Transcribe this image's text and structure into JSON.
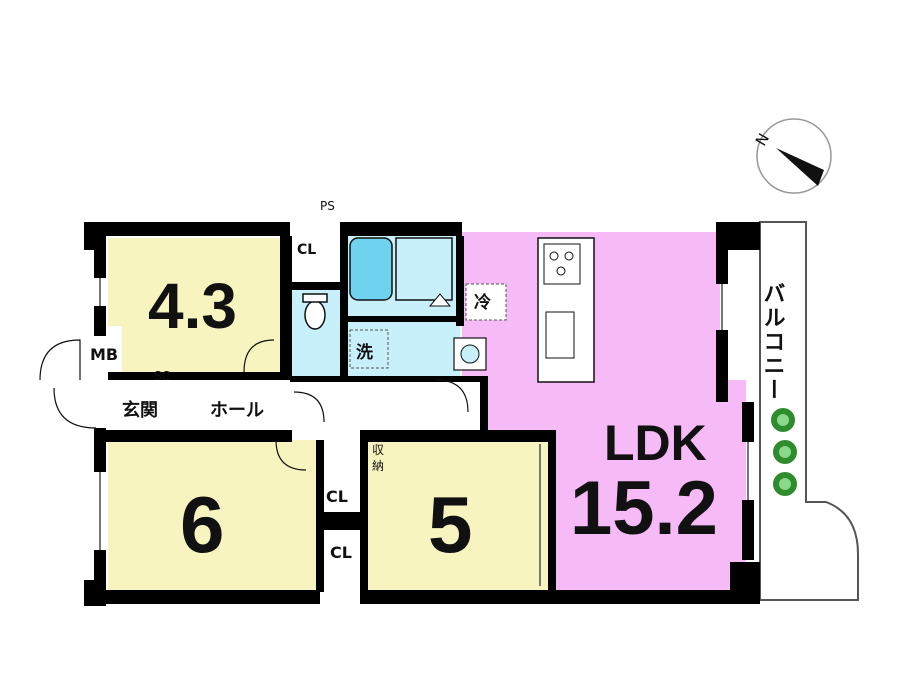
{
  "colors": {
    "wall": "#000000",
    "room_yellow": "#f7f4c0",
    "room_yellow_alt": "#fbfbc4",
    "ldk_pink": "#f6baf6",
    "wet_blue": "#c7f0fa",
    "bath_blue": "#6fd3ef",
    "corridor_white": "#ffffff",
    "plant_green": "#2e8b2e"
  },
  "compass": {
    "north_label": "N",
    "icon": "compass-icon"
  },
  "rooms": {
    "western_4_3": {
      "size_label": "4.3"
    },
    "western_6": {
      "size_label": "6"
    },
    "western_5": {
      "size_label": "5"
    },
    "ldk": {
      "name_label": "LDK",
      "size_label": "15.2"
    }
  },
  "labels": {
    "ps": "PS",
    "cl": "CL",
    "mb": "MB",
    "sc": "SC",
    "genkan": "玄関",
    "hall": "ホール",
    "washroom": "洗",
    "fridge": "冷",
    "storage_1": "収",
    "storage_2": "納",
    "balcony": "バルコニー"
  }
}
